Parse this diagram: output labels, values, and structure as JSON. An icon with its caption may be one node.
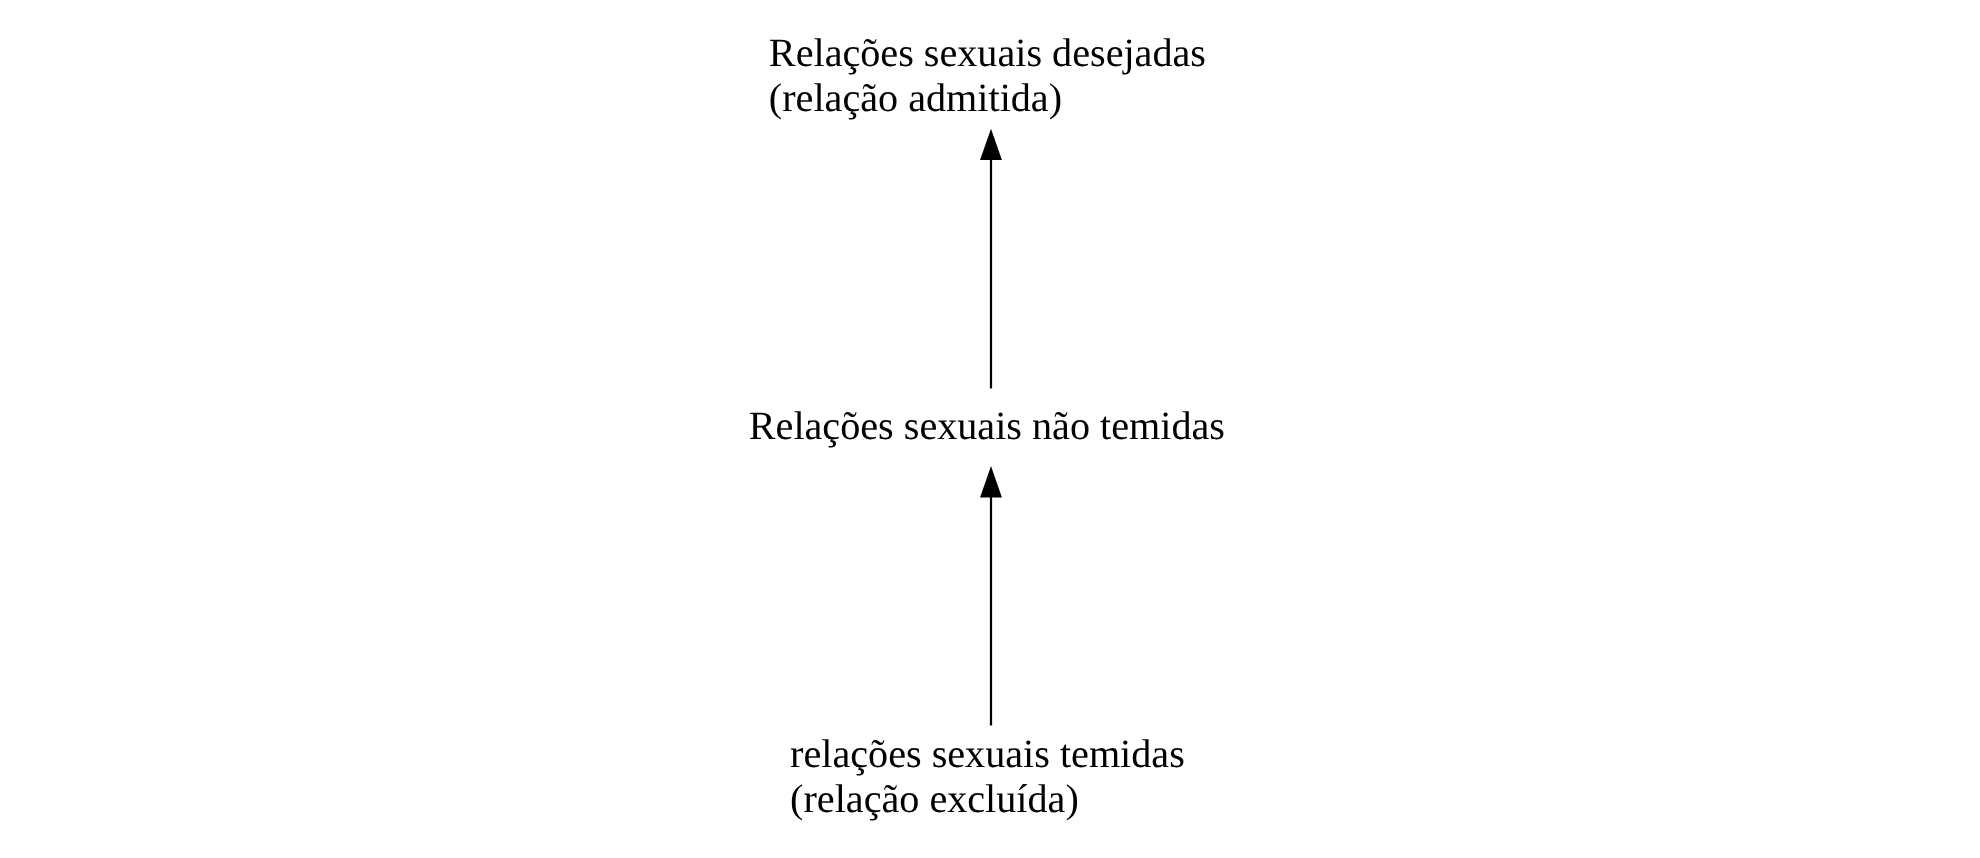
{
  "diagram": {
    "nodes": [
      {
        "text": [
          "Relações sexuais desejadas",
          "(relação admitida)"
        ]
      },
      {
        "text": [
          "relações sexuais temidas",
          "(relação excluída)"
        ]
      },
      {
        "text": [
          "Relações sexuais não temidas"
        ]
      }
    ],
    "edges": [
      {
        "from": 2,
        "to": 0,
        "arrow": "to"
      },
      {
        "from": 1,
        "to": 2,
        "arrow": "to"
      }
    ]
  }
}
